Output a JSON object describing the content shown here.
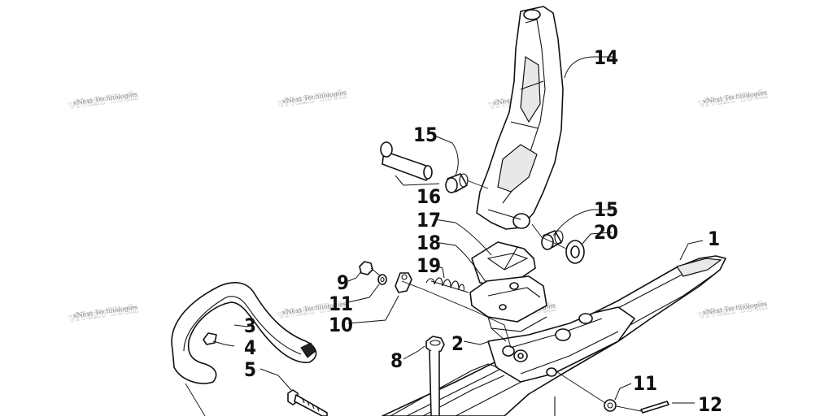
{
  "watermark": "vNext Technologies",
  "callouts": {
    "c1": "1",
    "c2": "2",
    "c3": "3",
    "c4": "4",
    "c5": "5",
    "c8": "8",
    "c9": "9",
    "c10": "10",
    "c11a": "11",
    "c11b": "11",
    "c12": "12",
    "c14": "14",
    "c15a": "15",
    "c15b": "15",
    "c16": "16",
    "c17": "17",
    "c18": "18",
    "c19": "19",
    "c20": "20"
  }
}
